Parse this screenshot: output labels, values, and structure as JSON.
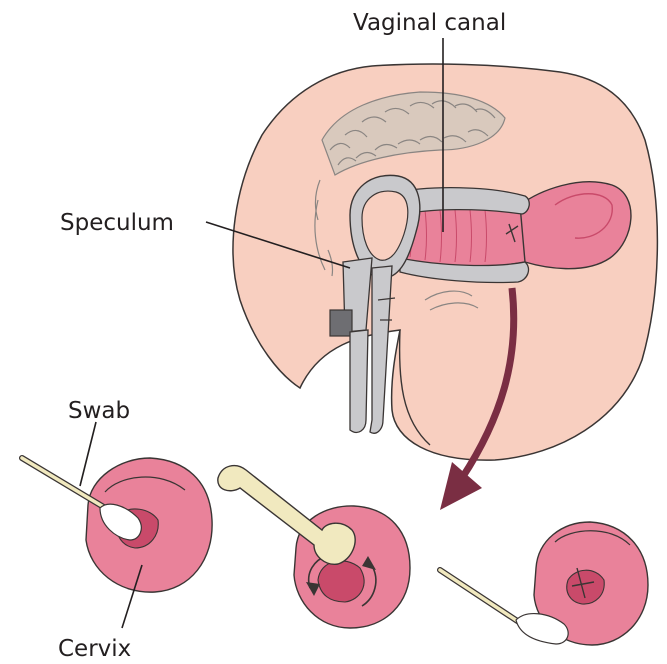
{
  "labels": {
    "vaginal_canal": "Vaginal canal",
    "speculum": "Speculum",
    "swab": "Swab",
    "cervix": "Cervix"
  },
  "colors": {
    "skin": "#f8cfc0",
    "skin_outline": "#3a3534",
    "tissue": "#e9829a",
    "tissue_dark": "#c94a6a",
    "metal": "#c9c9cc",
    "metal_dark": "#6e6e72",
    "swab_stick": "#f1e9bf",
    "cotton": "#ffffff",
    "arrow": "#7a2e43",
    "hair": "#8a8582"
  }
}
